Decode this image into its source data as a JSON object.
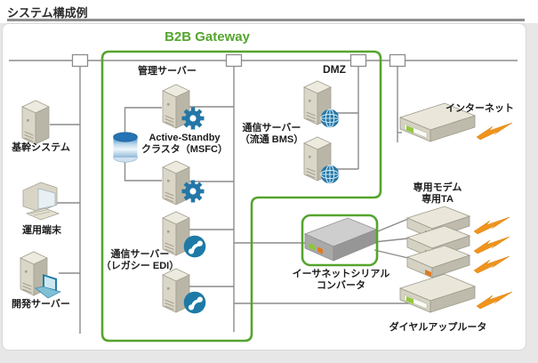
{
  "page_title": "システム構成例",
  "diagram": {
    "b2b_gateway_label": "B2B Gateway",
    "dmz_label": "DMZ",
    "labels": {
      "core_system": "基幹システム",
      "ops_terminal": "運用端末",
      "dev_server": "開発サーバー",
      "mgmt_server": "管理サーバー",
      "cluster": "Active-Standby\nクラスタ（MSFC）",
      "comm_server_legacy": "通信サーバー\n（レガシー EDI）",
      "comm_server_bms": "通信サーバー\n（流通 BMS）",
      "internet": "インターネット",
      "dedicated_modem_ta": "専用モデム\n専用TA",
      "ethernet_serial_converter": "イーサネットシリアル\nコンバータ",
      "dialup_router": "ダイヤルアップルータ"
    },
    "colors": {
      "gateway_green": "#55a42e",
      "line_gray": "#8c8c8c",
      "icon_blue": "#2477a7",
      "db_blue": "#2473b4",
      "bolt_orange": "#f0941c",
      "server_beige": "#dbd7c8"
    }
  }
}
